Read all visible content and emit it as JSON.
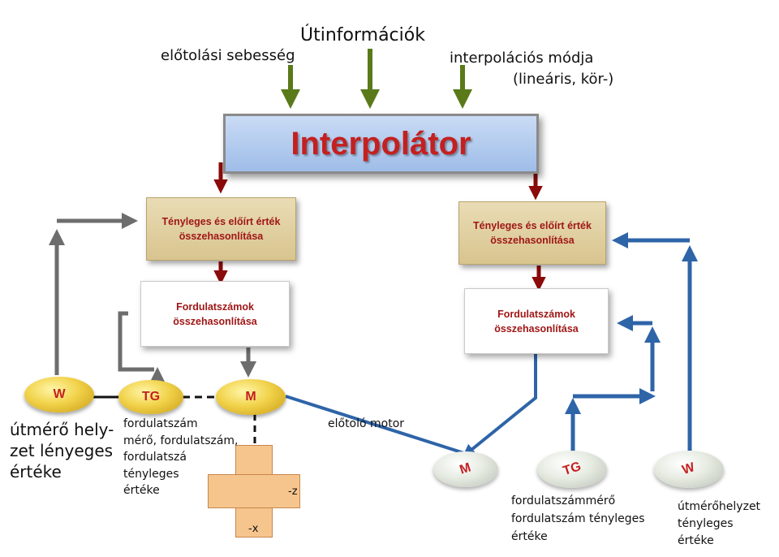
{
  "inputs": {
    "title": "Útinformációk",
    "feed_speed": "előtolási sebesség",
    "interp_mode_1": "interpolációs módja",
    "interp_mode_2": "(lineáris, kör-)"
  },
  "interpolator": {
    "label": "Interpolátor"
  },
  "left": {
    "compare_1": "Tényleges és előírt érték",
    "compare_2": "összehasonlítása",
    "rpm_1": "Fordulatszámok",
    "rpm_2": "összehasonlítása",
    "w": "W",
    "tg": "TG",
    "m": "M",
    "w_caption": [
      "útmérő hely-",
      "zet lényeges",
      "értéke"
    ],
    "tg_caption": [
      "fordulatszám",
      "mérő, fordulatszám,",
      "fordulatszá",
      "tényleges",
      "értéke"
    ],
    "motor_caption": "előtoló motor",
    "axis_z": "-z",
    "axis_x": "-x"
  },
  "right": {
    "compare_1": "Tényleges és előírt érték",
    "compare_2": "összehasonlítása",
    "rpm_1": "Fordulatszámok",
    "rpm_2": "összehasonlítása",
    "m": "M",
    "tg": "TG",
    "w": "W",
    "tg_caption": [
      "fordulatszámmérő",
      "fordulatszám tényleges",
      "értéke"
    ],
    "w_caption": [
      "útmérőhelyzet",
      "tényleges",
      "értéke"
    ]
  },
  "colors": {
    "green_arrow": "#5a7a1a",
    "red_arrow": "#8b0a0a",
    "grey_arrow": "#6d6d6d",
    "blue_arrow": "#2e64a8",
    "label_red": "#a01717"
  }
}
